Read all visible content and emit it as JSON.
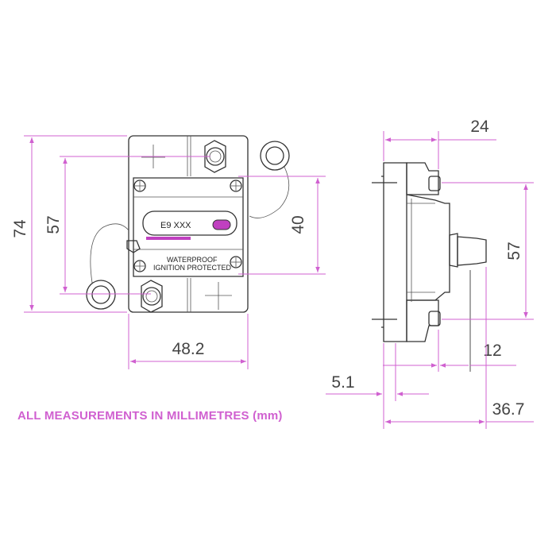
{
  "colors": {
    "dimension_line": "#d060d0",
    "outline": "#333333",
    "note_text": "#d060d0",
    "indicator_fill": "#c040c0"
  },
  "front_view": {
    "model_label": "E9  XXX",
    "label_line_1": "WATERPROOF",
    "label_line_2": "IGNITION  PROTECTED",
    "dim_height": "74",
    "dim_bolt_spacing": "57",
    "dim_screw_spacing": "40",
    "dim_width": "48.2"
  },
  "side_view": {
    "dim_top": "24",
    "dim_right": "57",
    "dim_lever": "12",
    "dim_flange": "5.1",
    "dim_total_depth": "36.7"
  },
  "footer_note": "ALL MEASUREMENTS IN MILLIMETRES (mm)"
}
